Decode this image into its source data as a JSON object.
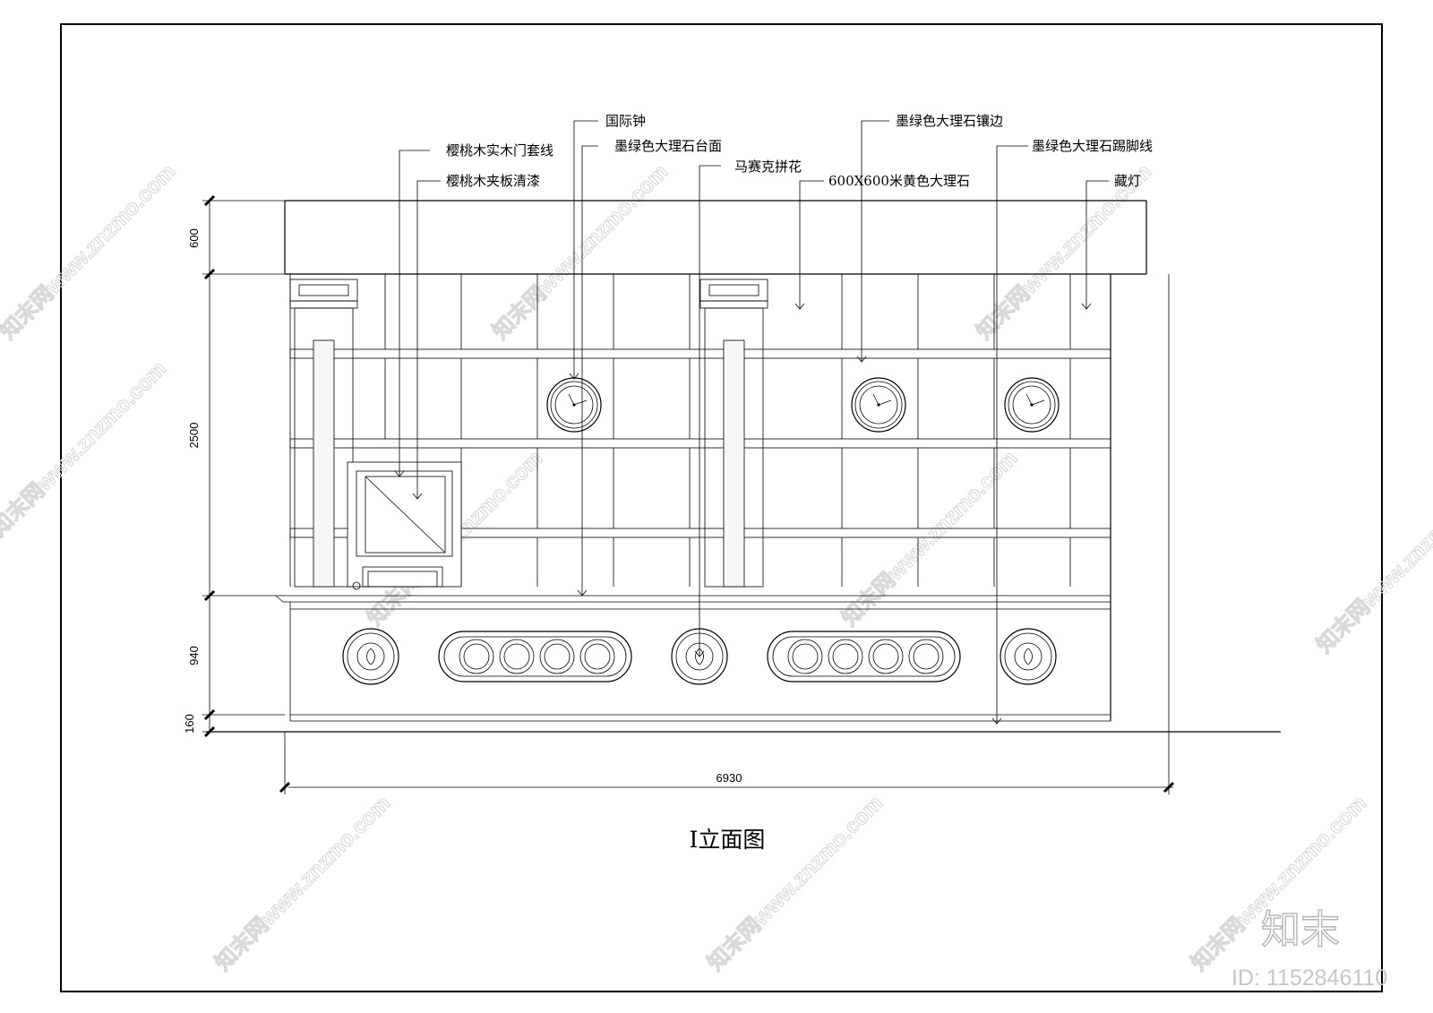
{
  "title": "I立面图",
  "annotations": [
    {
      "id": "door-casing",
      "text": "樱桃木实木门套线"
    },
    {
      "id": "plywood",
      "text": "樱桃木夹板清漆"
    },
    {
      "id": "clock",
      "text": "国际钟"
    },
    {
      "id": "countertop",
      "text": "墨绿色大理石台面"
    },
    {
      "id": "mosaic",
      "text": "马赛克拼花"
    },
    {
      "id": "yellow-marble",
      "text": "600X600米黄色大理石"
    },
    {
      "id": "marble-edge",
      "text": "墨绿色大理石镶边"
    },
    {
      "id": "skirting",
      "text": "墨绿色大理石踢脚线"
    },
    {
      "id": "hidden-light",
      "text": "藏灯"
    }
  ],
  "dimensions": {
    "vertical": [
      "600",
      "2500",
      "940",
      "160"
    ],
    "horizontal": "6930"
  },
  "watermark": {
    "site": "知末网www.znzmo.com",
    "brand": "知末",
    "id_label": "ID: 1152846110"
  },
  "colors": {
    "line": "#000000",
    "watermark": "#d9d9d9"
  }
}
